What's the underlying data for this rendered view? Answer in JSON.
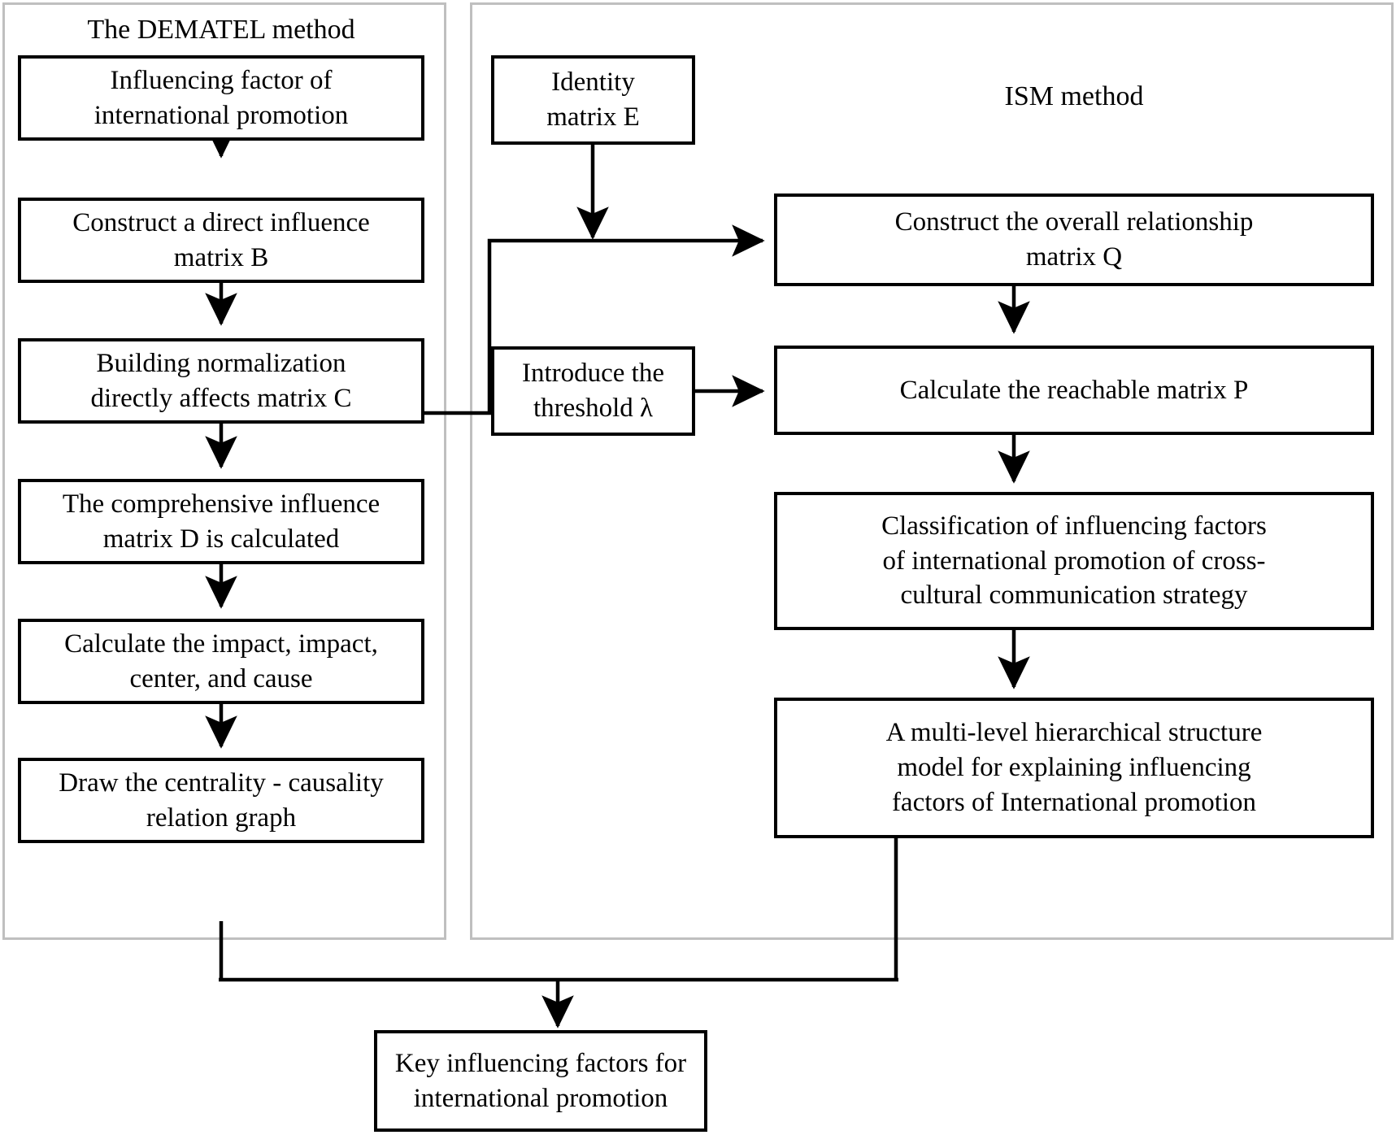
{
  "diagram": {
    "title": "DEMATEL-ISM combined method flowchart",
    "line_color": "#000000",
    "frame_color": "#bfbfbf",
    "background": "#ffffff"
  },
  "groups": [
    {
      "id": "dematel",
      "label": "The DEMATEL method"
    },
    {
      "id": "ism",
      "label": "ISM method"
    }
  ],
  "dematel_nodes": [
    {
      "id": "influencing-factor",
      "text": "Influencing factor of\ninternational promotion"
    },
    {
      "id": "direct-influence-matrix-b",
      "text": "Construct a direct influence\nmatrix B"
    },
    {
      "id": "normalization-matrix-c",
      "text": "Building normalization\ndirectly affects matrix C"
    },
    {
      "id": "comprehensive-matrix-d",
      "text": "The comprehensive influence\nmatrix D is calculated"
    },
    {
      "id": "impact-center-cause",
      "text": "Calculate the impact, impact,\ncenter, and cause"
    },
    {
      "id": "centrality-causality-graph",
      "text": "Draw the centrality - causality\nrelation graph"
    }
  ],
  "ism_nodes": [
    {
      "id": "identity-matrix-e",
      "text": "Identity\nmatrix E"
    },
    {
      "id": "overall-relationship-matrix-q",
      "text": "Construct the overall relationship\nmatrix Q"
    },
    {
      "id": "introduce-threshold",
      "text": "Introduce the\nthreshold λ"
    },
    {
      "id": "reachable-matrix-p",
      "text": "Calculate the reachable matrix P"
    },
    {
      "id": "classification-of-factors",
      "text": "Classification of influencing factors\nof international promotion of cross-\ncultural communication strategy"
    },
    {
      "id": "hierarchical-structure-model",
      "text": "A multi-level hierarchical structure\nmodel for explaining influencing\nfactors of International promotion"
    }
  ],
  "result_node": {
    "id": "key-influencing-factors",
    "text": "Key influencing factors for\ninternational promotion"
  },
  "connectors": [
    {
      "from": "influencing-factor",
      "to": "direct-influence-matrix-b",
      "kind": "arrow-down"
    },
    {
      "from": "direct-influence-matrix-b",
      "to": "normalization-matrix-c",
      "kind": "arrow-down"
    },
    {
      "from": "normalization-matrix-c",
      "to": "comprehensive-matrix-d",
      "kind": "arrow-down"
    },
    {
      "from": "comprehensive-matrix-d",
      "to": "impact-center-cause",
      "kind": "arrow-down"
    },
    {
      "from": "impact-center-cause",
      "to": "centrality-causality-graph",
      "kind": "arrow-down"
    },
    {
      "from": "normalization-matrix-c",
      "to": "overall-relationship-matrix-q",
      "kind": "elbow-right"
    },
    {
      "from": "identity-matrix-e",
      "to": "overall-relationship-matrix-q",
      "kind": "arrow-down-merge"
    },
    {
      "from": "overall-relationship-matrix-q",
      "to": "reachable-matrix-p",
      "kind": "arrow-down"
    },
    {
      "from": "introduce-threshold",
      "to": "reachable-matrix-p",
      "kind": "arrow-right"
    },
    {
      "from": "reachable-matrix-p",
      "to": "classification-of-factors",
      "kind": "arrow-down"
    },
    {
      "from": "classification-of-factors",
      "to": "hierarchical-structure-model",
      "kind": "arrow-down"
    },
    {
      "from": "centrality-causality-graph",
      "to": "key-influencing-factors",
      "kind": "elbow-merge-down"
    },
    {
      "from": "hierarchical-structure-model",
      "to": "key-influencing-factors",
      "kind": "elbow-merge-down"
    }
  ]
}
